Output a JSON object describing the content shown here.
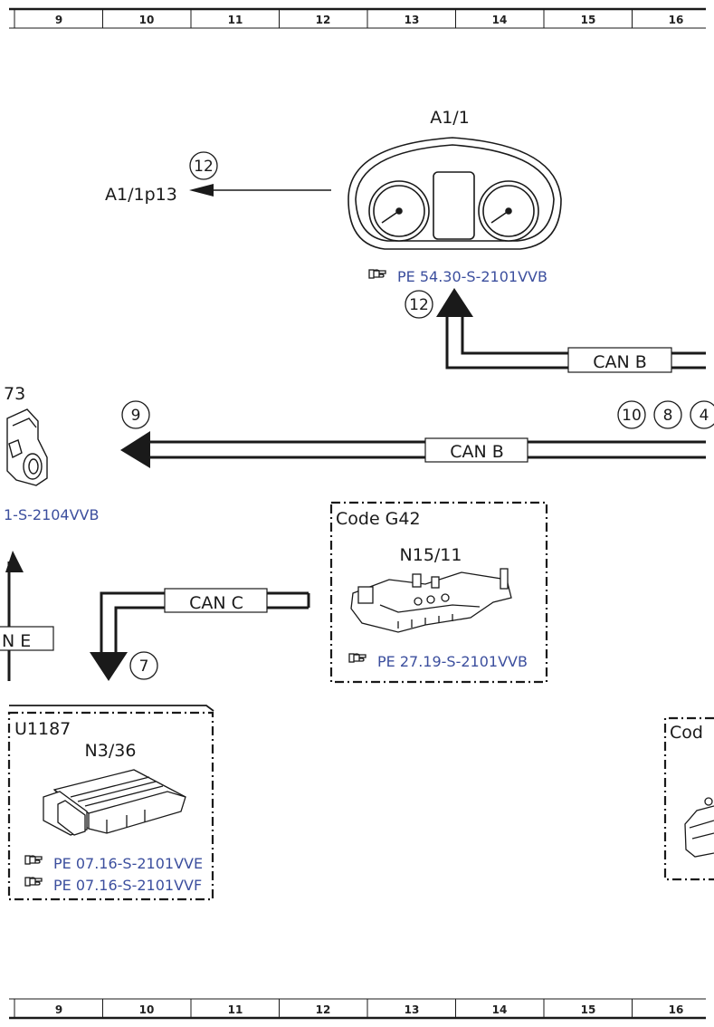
{
  "ruler": {
    "numbers": [
      "9",
      "10",
      "11",
      "12",
      "13",
      "14",
      "15",
      "16"
    ]
  },
  "components": {
    "a1_1": {
      "name": "A1/1",
      "ref": "PE 54.30-S-2101VVB"
    },
    "a1_1p13": {
      "name": "A1/1p13"
    },
    "partial_73": {
      "name_fragment": "73",
      "ref_fragment": "1-S-2104VVB"
    },
    "n15_11": {
      "code": "Code G42",
      "name": "N15/11",
      "ref": "PE 27.19-S-2101VVB"
    },
    "n3_36": {
      "code_fragment": "U1187",
      "name": "N3/36",
      "ref1": "PE 07.16-S-2101VVE",
      "ref2": "PE 07.16-S-2101VVF"
    },
    "right_box": {
      "code_fragment": "Cod"
    }
  },
  "buses": {
    "can_b_top": "CAN B",
    "can_b_mid": "CAN B",
    "can_c": "CAN C",
    "can_e_fragment": "N E"
  },
  "connectors": {
    "c12_a": "12",
    "c12_b": "12",
    "c9": "9",
    "c10": "10",
    "c8": "8",
    "c4": "4",
    "c7": "7"
  },
  "colors": {
    "line": "#1a1a1a",
    "reference": "#3c4f9e"
  },
  "icons": {
    "reference_pointer": "hand-pointer-icon"
  }
}
